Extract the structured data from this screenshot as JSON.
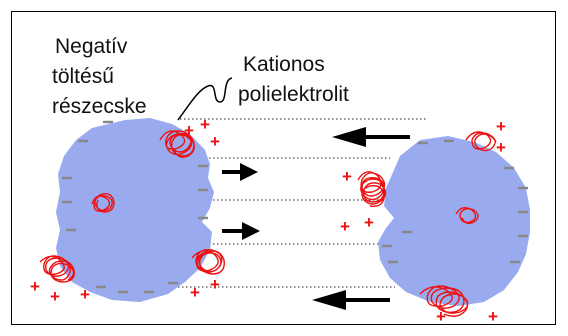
{
  "labels": {
    "particle_line1": "Negatív",
    "particle_line2": "töltésű",
    "particle_line3": "részecske",
    "polymer_line1": "Kationos",
    "polymer_line2": "polielektrolit"
  },
  "symbols": {
    "positive": "+",
    "negative": "−"
  },
  "colors": {
    "particle": "#99aaee",
    "polymer": "#ee1111",
    "plus": "#ee1111",
    "minus": "#888888",
    "arrow": "#000000"
  }
}
